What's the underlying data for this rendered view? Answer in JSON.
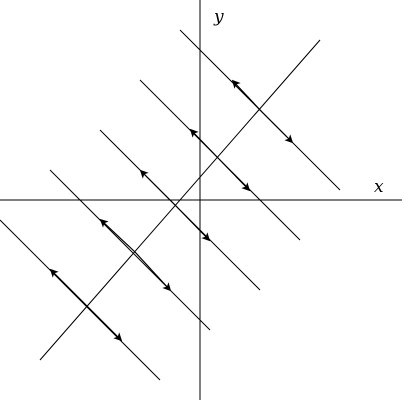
{
  "axes": {
    "x_label": "x",
    "y_label": "y"
  },
  "diagram": {
    "description_type": "phase-portrait-lines",
    "stroke_color": "#000000",
    "background_color": "#ffffff",
    "invariant_line": "y = x",
    "flow_lines_direction": "slope -1",
    "flow_lines_count": 5,
    "flow_directions": [
      "away-from-invariant-line"
    ]
  }
}
